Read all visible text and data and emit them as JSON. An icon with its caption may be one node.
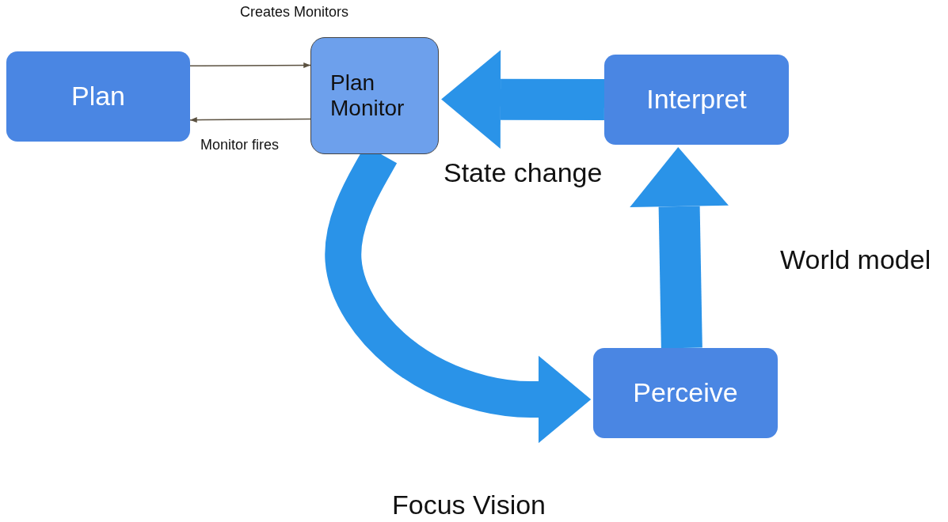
{
  "diagram": {
    "nodes": [
      {
        "text": [
          "Plan"
        ]
      },
      {
        "text": [
          "Plan Monitor"
        ]
      },
      {
        "text": [
          "Interpret"
        ]
      },
      {
        "text": [
          "Perceive"
        ]
      }
    ],
    "edges": [
      {
        "from": 0,
        "to": 1,
        "arrow": "to",
        "label": "Creates Monitors",
        "color": "#5b5140"
      },
      {
        "from": 1,
        "to": 0,
        "arrow": "to",
        "label": "Monitor fires",
        "color": "#5b5140"
      },
      {
        "from": 2,
        "to": 1,
        "arrow": "to",
        "label": "State change"
      },
      {
        "from": 3,
        "to": 2,
        "arrow": "to",
        "label": "World model"
      },
      {
        "from": 1,
        "to": 3,
        "arrow": "to",
        "label": "Focus Vision"
      }
    ]
  }
}
